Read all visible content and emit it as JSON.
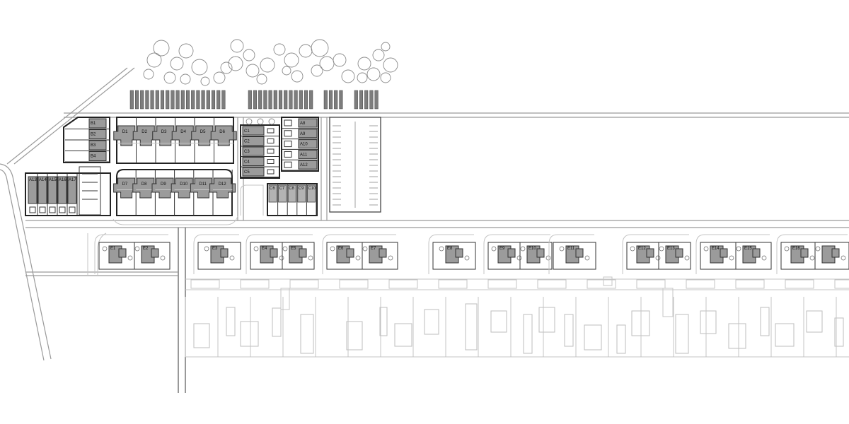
{
  "unit_labels": {
    "terrace_west": [
      "A13",
      "A14",
      "A15",
      "A16",
      "A17"
    ],
    "terrace_nw": [
      "B1",
      "B2",
      "B3",
      "B4"
    ],
    "terrace_east": [
      "A8",
      "A9",
      "A10",
      "A11",
      "A12"
    ],
    "row_centre": [
      "C1",
      "C2",
      "C3",
      "C4",
      "C5"
    ],
    "row_bottom": [
      "C6",
      "C7",
      "C8",
      "C9",
      "C10"
    ],
    "villas_top": [
      "D1",
      "D2",
      "D3",
      "D4",
      "D5",
      "D6"
    ],
    "villas_bottom": [
      "D7",
      "D8",
      "D9",
      "D10",
      "D11",
      "D12"
    ],
    "houses_south": [
      "E1",
      "E2",
      "E3",
      "E4",
      "E5",
      "E6",
      "E7",
      "E8",
      "E9",
      "E10",
      "E11",
      "E12",
      "E13",
      "E14",
      "E15",
      "E16"
    ]
  }
}
